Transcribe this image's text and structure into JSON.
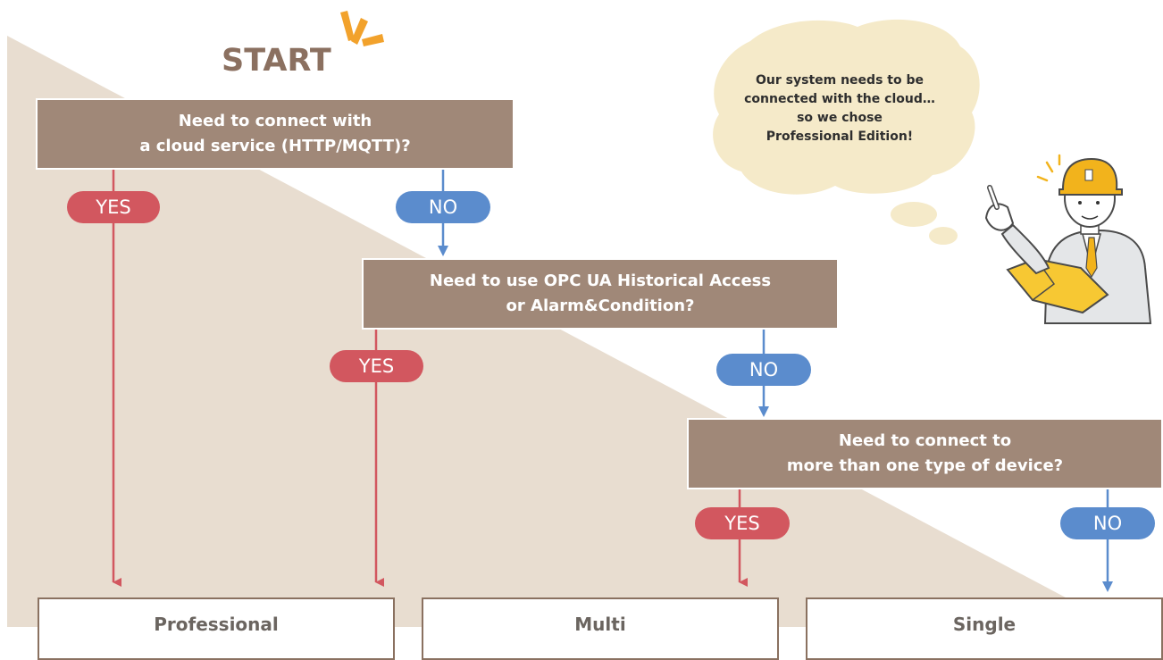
{
  "start": {
    "label": "START"
  },
  "questions": [
    {
      "line1": "Need to connect with",
      "line2": "a cloud service (HTTP/MQTT)?"
    },
    {
      "line1": "Need to use OPC UA Historical Access",
      "line2": "or Alarm&Condition?"
    },
    {
      "line1": "Need to connect to",
      "line2": "more than one type of device?"
    }
  ],
  "answers": {
    "yes": "YES",
    "no": "NO"
  },
  "results": {
    "professional": "Professional",
    "multi": "Multi",
    "single": "Single"
  },
  "bubble": {
    "line1": "Our system needs to be",
    "line2": "connected with the cloud…",
    "line3": "so we chose",
    "line4": "Professional Edition!"
  },
  "colors": {
    "question_box": "#a08878",
    "yes": "#d2575f",
    "no": "#5b8ccd",
    "background_triangle": "#e8ddd0",
    "bubble": "#f5eac9",
    "start_text": "#8b7060",
    "accent_burst": "#f2a22c"
  }
}
